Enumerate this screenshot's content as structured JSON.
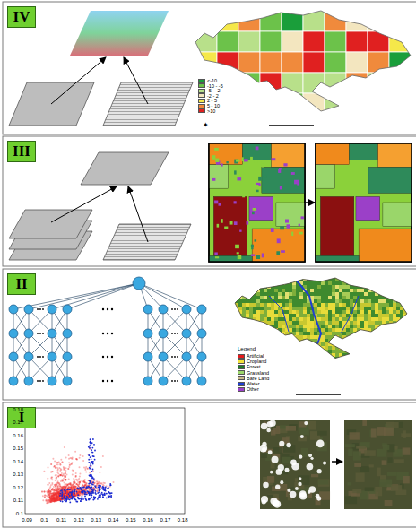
{
  "diagram": {
    "nodes": [
      {
        "text": [
          "IV"
        ]
      },
      {
        "text": [
          "III"
        ]
      },
      {
        "text": [
          "II"
        ]
      },
      {
        "text": [
          "I"
        ]
      }
    ],
    "labels": [
      "Legend",
      "0.18",
      "0.17",
      "0.16",
      "0.15",
      "0.14",
      "0.13",
      "0.12",
      "0.11",
      "0.1",
      "0.09",
      "0.1",
      "0.11",
      "0.12",
      "0.13",
      "0.14",
      "0.15",
      "0.16",
      "0.17",
      "0.18"
    ],
    "legend": [
      {
        "text": "<-10",
        "color": "#1a9e3a"
      },
      {
        "text": "-10 - -5",
        "color": "#6cc24a"
      },
      {
        "text": "-5 - -2",
        "color": "#b8e08a"
      },
      {
        "text": "-2 - 2",
        "color": "#f3e6bf"
      },
      {
        "text": "2 - 5",
        "color": "#f5e84a"
      },
      {
        "text": "5 - 10",
        "color": "#f08a3c"
      },
      {
        "text": ">10",
        "color": "#e02020"
      },
      {
        "text": "Artificial",
        "color": "#e31a1c"
      },
      {
        "text": "Cropland",
        "color": "#f2e33a"
      },
      {
        "text": "Forest",
        "color": "#1f7a2a"
      },
      {
        "text": "Grassland",
        "color": "#9ad66a"
      },
      {
        "text": "Bare Land",
        "color": "#c8b98a"
      },
      {
        "text": "Water",
        "color": "#1f3fd0"
      },
      {
        "text": "Other",
        "color": "#9b40c8"
      }
    ]
  }
}
